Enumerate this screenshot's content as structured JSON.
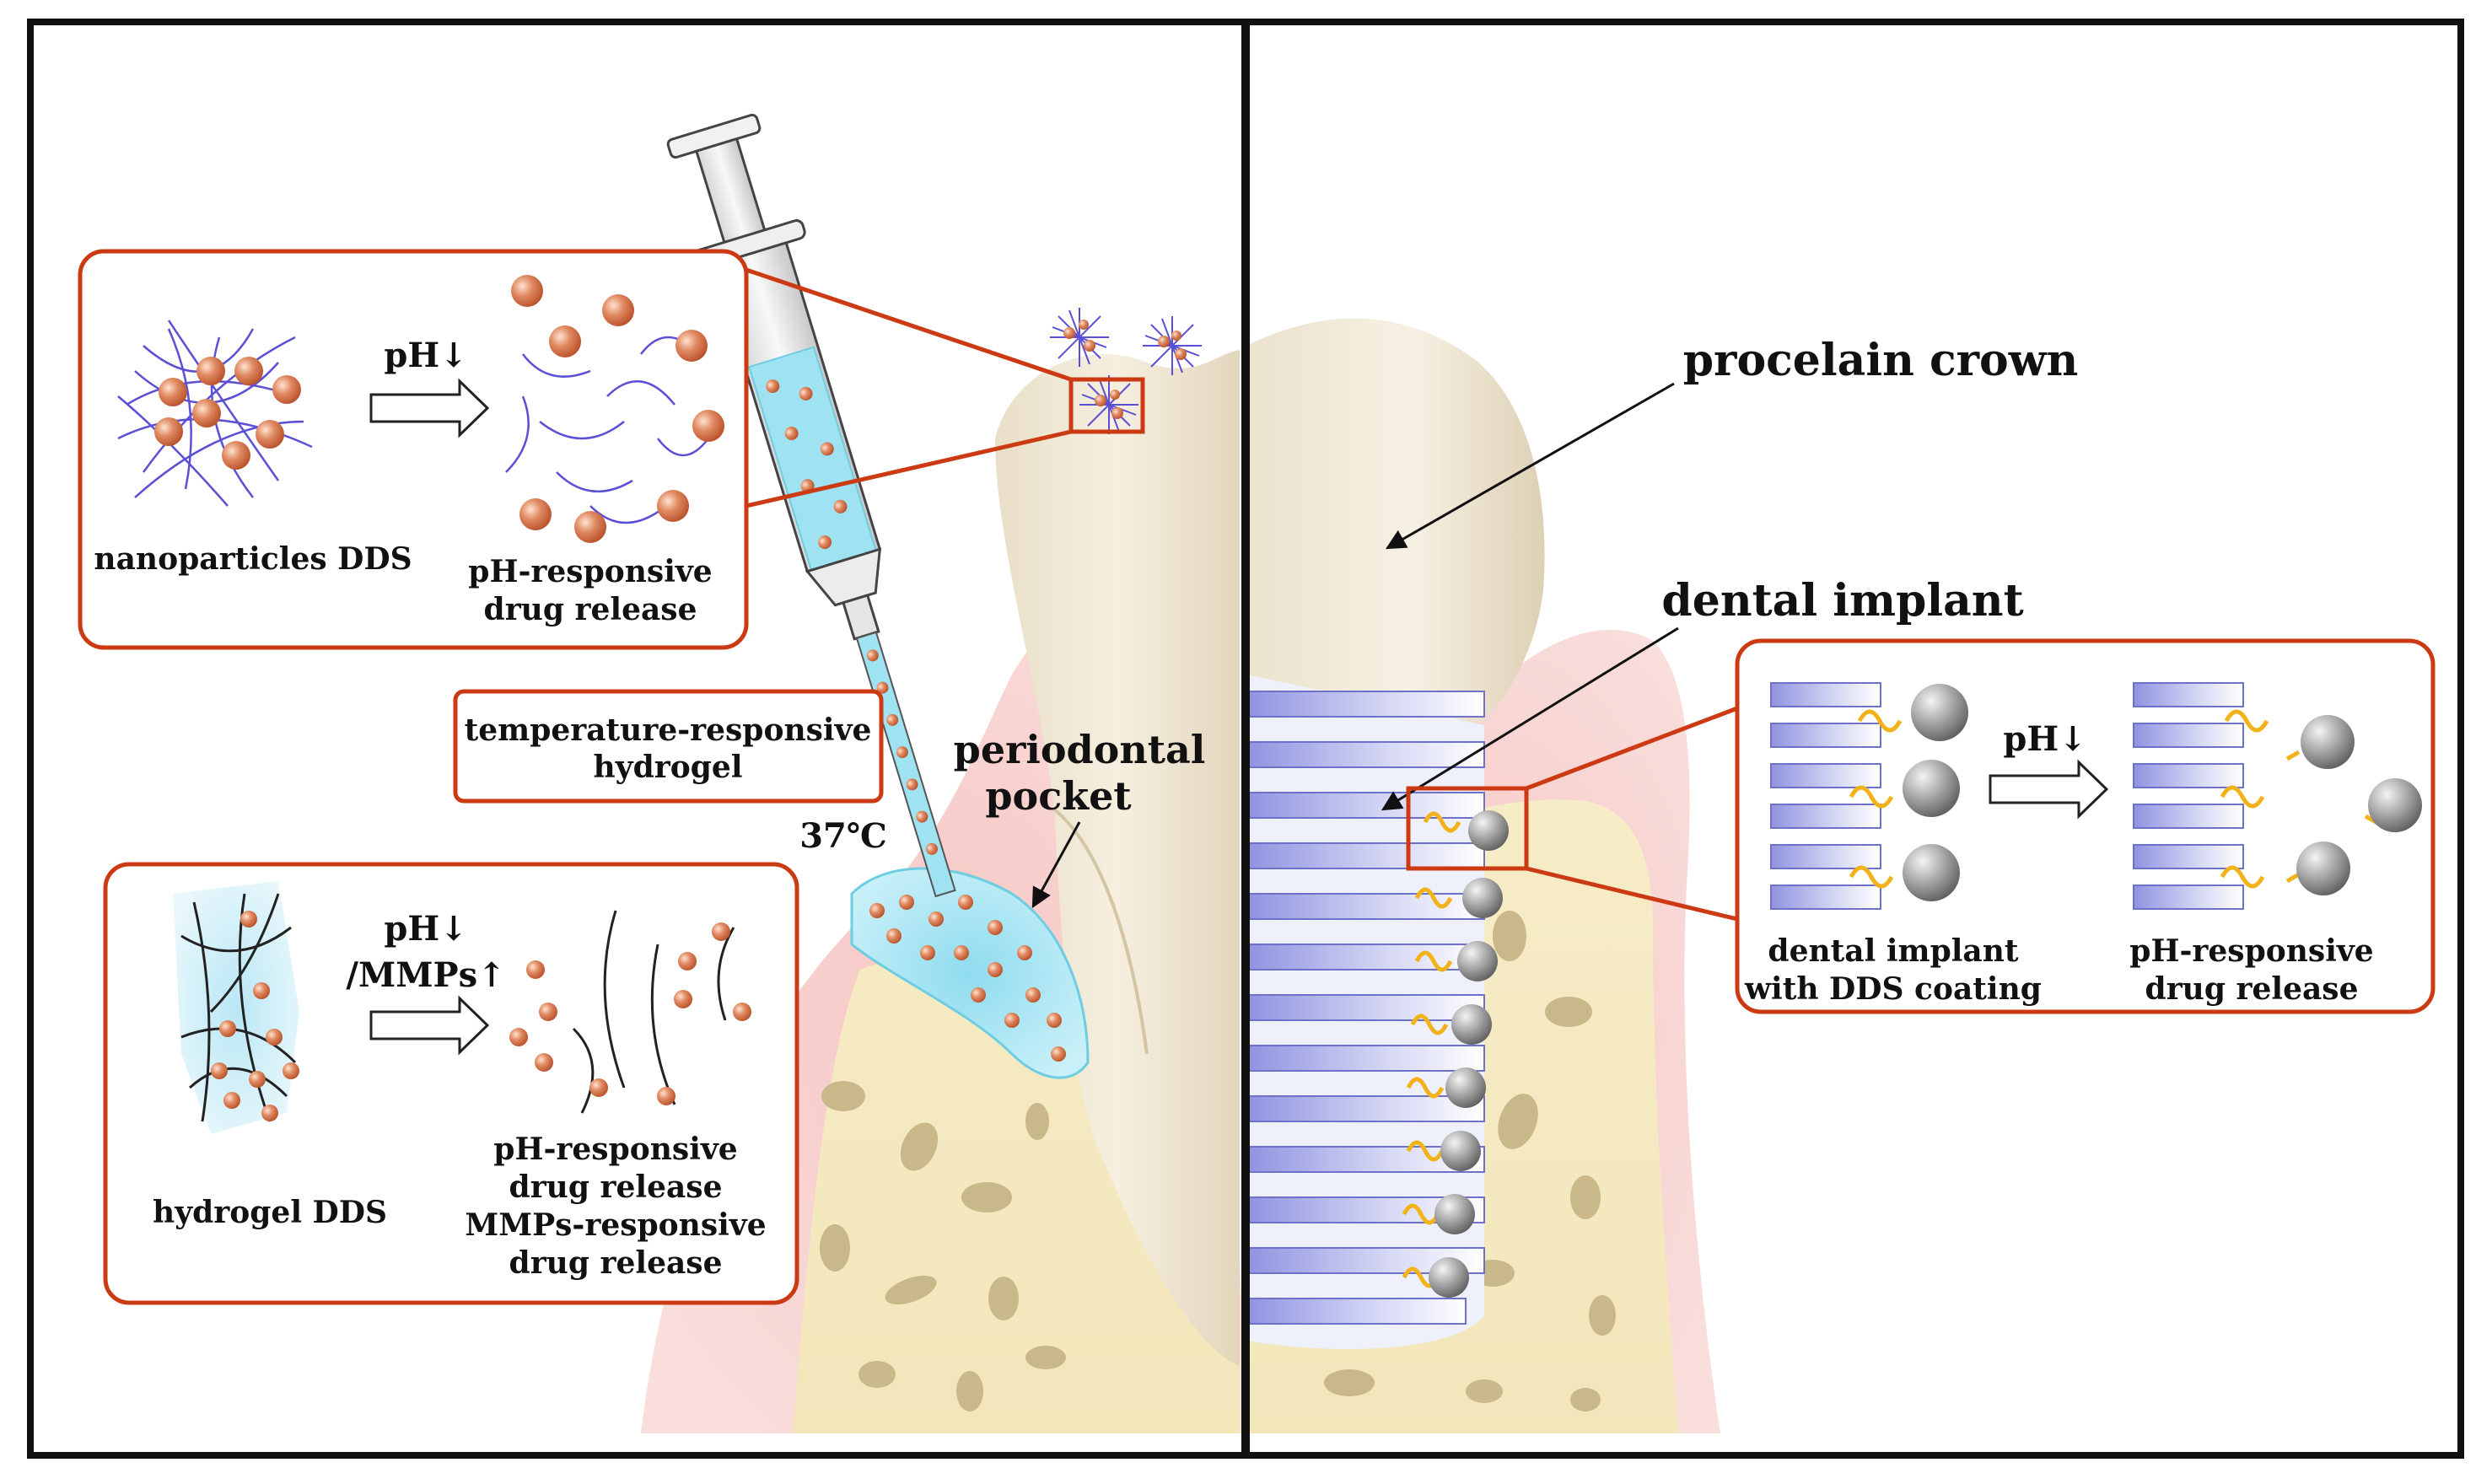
{
  "left_panel": {
    "nano_box": {
      "label_particles": "nanoparticles DDS",
      "arrow_label": "pH↓",
      "release_line1": "pH-responsive",
      "release_line2": "drug release"
    },
    "temp_box": {
      "line1": "temperature-responsive",
      "line2": "hydrogel"
    },
    "pocket_line1": "periodontal",
    "pocket_line2": "pocket",
    "temperature": "37℃",
    "hydrogel_box": {
      "label_hydrogel": "hydrogel DDS",
      "arrow_line1": "pH↓",
      "arrow_line2": "/MMPs↑",
      "release_line1": "pH-responsive",
      "release_line2": "drug release",
      "release_line3": "MMPs-responsive",
      "release_line4": "drug release"
    }
  },
  "right_panel": {
    "crown_label": "procelain crown",
    "implant_label": "dental implant",
    "implant_box": {
      "label_left1": "dental implant",
      "label_left2": "with DDS coating",
      "arrow_label": "pH↓",
      "label_right1": "pH-responsive",
      "label_right2": "drug release"
    }
  },
  "colors": {
    "box_border": "#cc3a14",
    "particle": "#d9704a",
    "fiber": "#5b4fd6",
    "gel": "#9fe3f2",
    "gum": "#f3b8b4",
    "bone": "#f6edc9",
    "tooth": "#efe6d2",
    "implant": "#a9ade8",
    "drug_wave": "#f2b21a"
  }
}
